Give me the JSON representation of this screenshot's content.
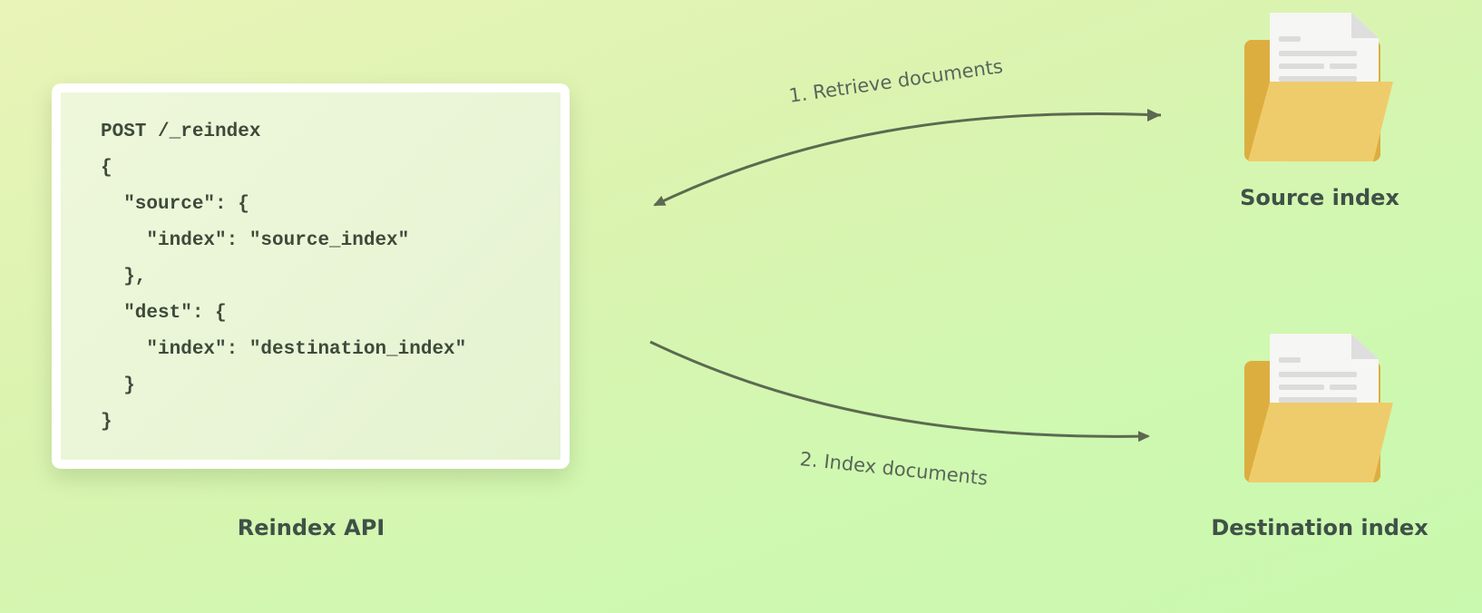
{
  "code": {
    "lines": [
      "POST /_reindex",
      "{",
      "  \"source\": {",
      "    \"index\": \"source_index\"",
      "  },",
      "  \"dest\": {",
      "    \"index\": \"destination_index\"",
      "  }",
      "}"
    ]
  },
  "labels": {
    "reindex_api": "Reindex API",
    "source_index": "Source index",
    "destination_index": "Destination index"
  },
  "arrows": {
    "retrieve": "1. Retrieve documents",
    "index": "2. Index documents"
  },
  "colors": {
    "arrow": "#5b6a50",
    "folder_back": "#dcae3f",
    "folder_front": "#efcc6b",
    "paper": "#f6f6f4",
    "paper_lines": "#dcdcdc"
  },
  "icons": {
    "source": "folder-document-icon",
    "destination": "folder-document-icon"
  }
}
